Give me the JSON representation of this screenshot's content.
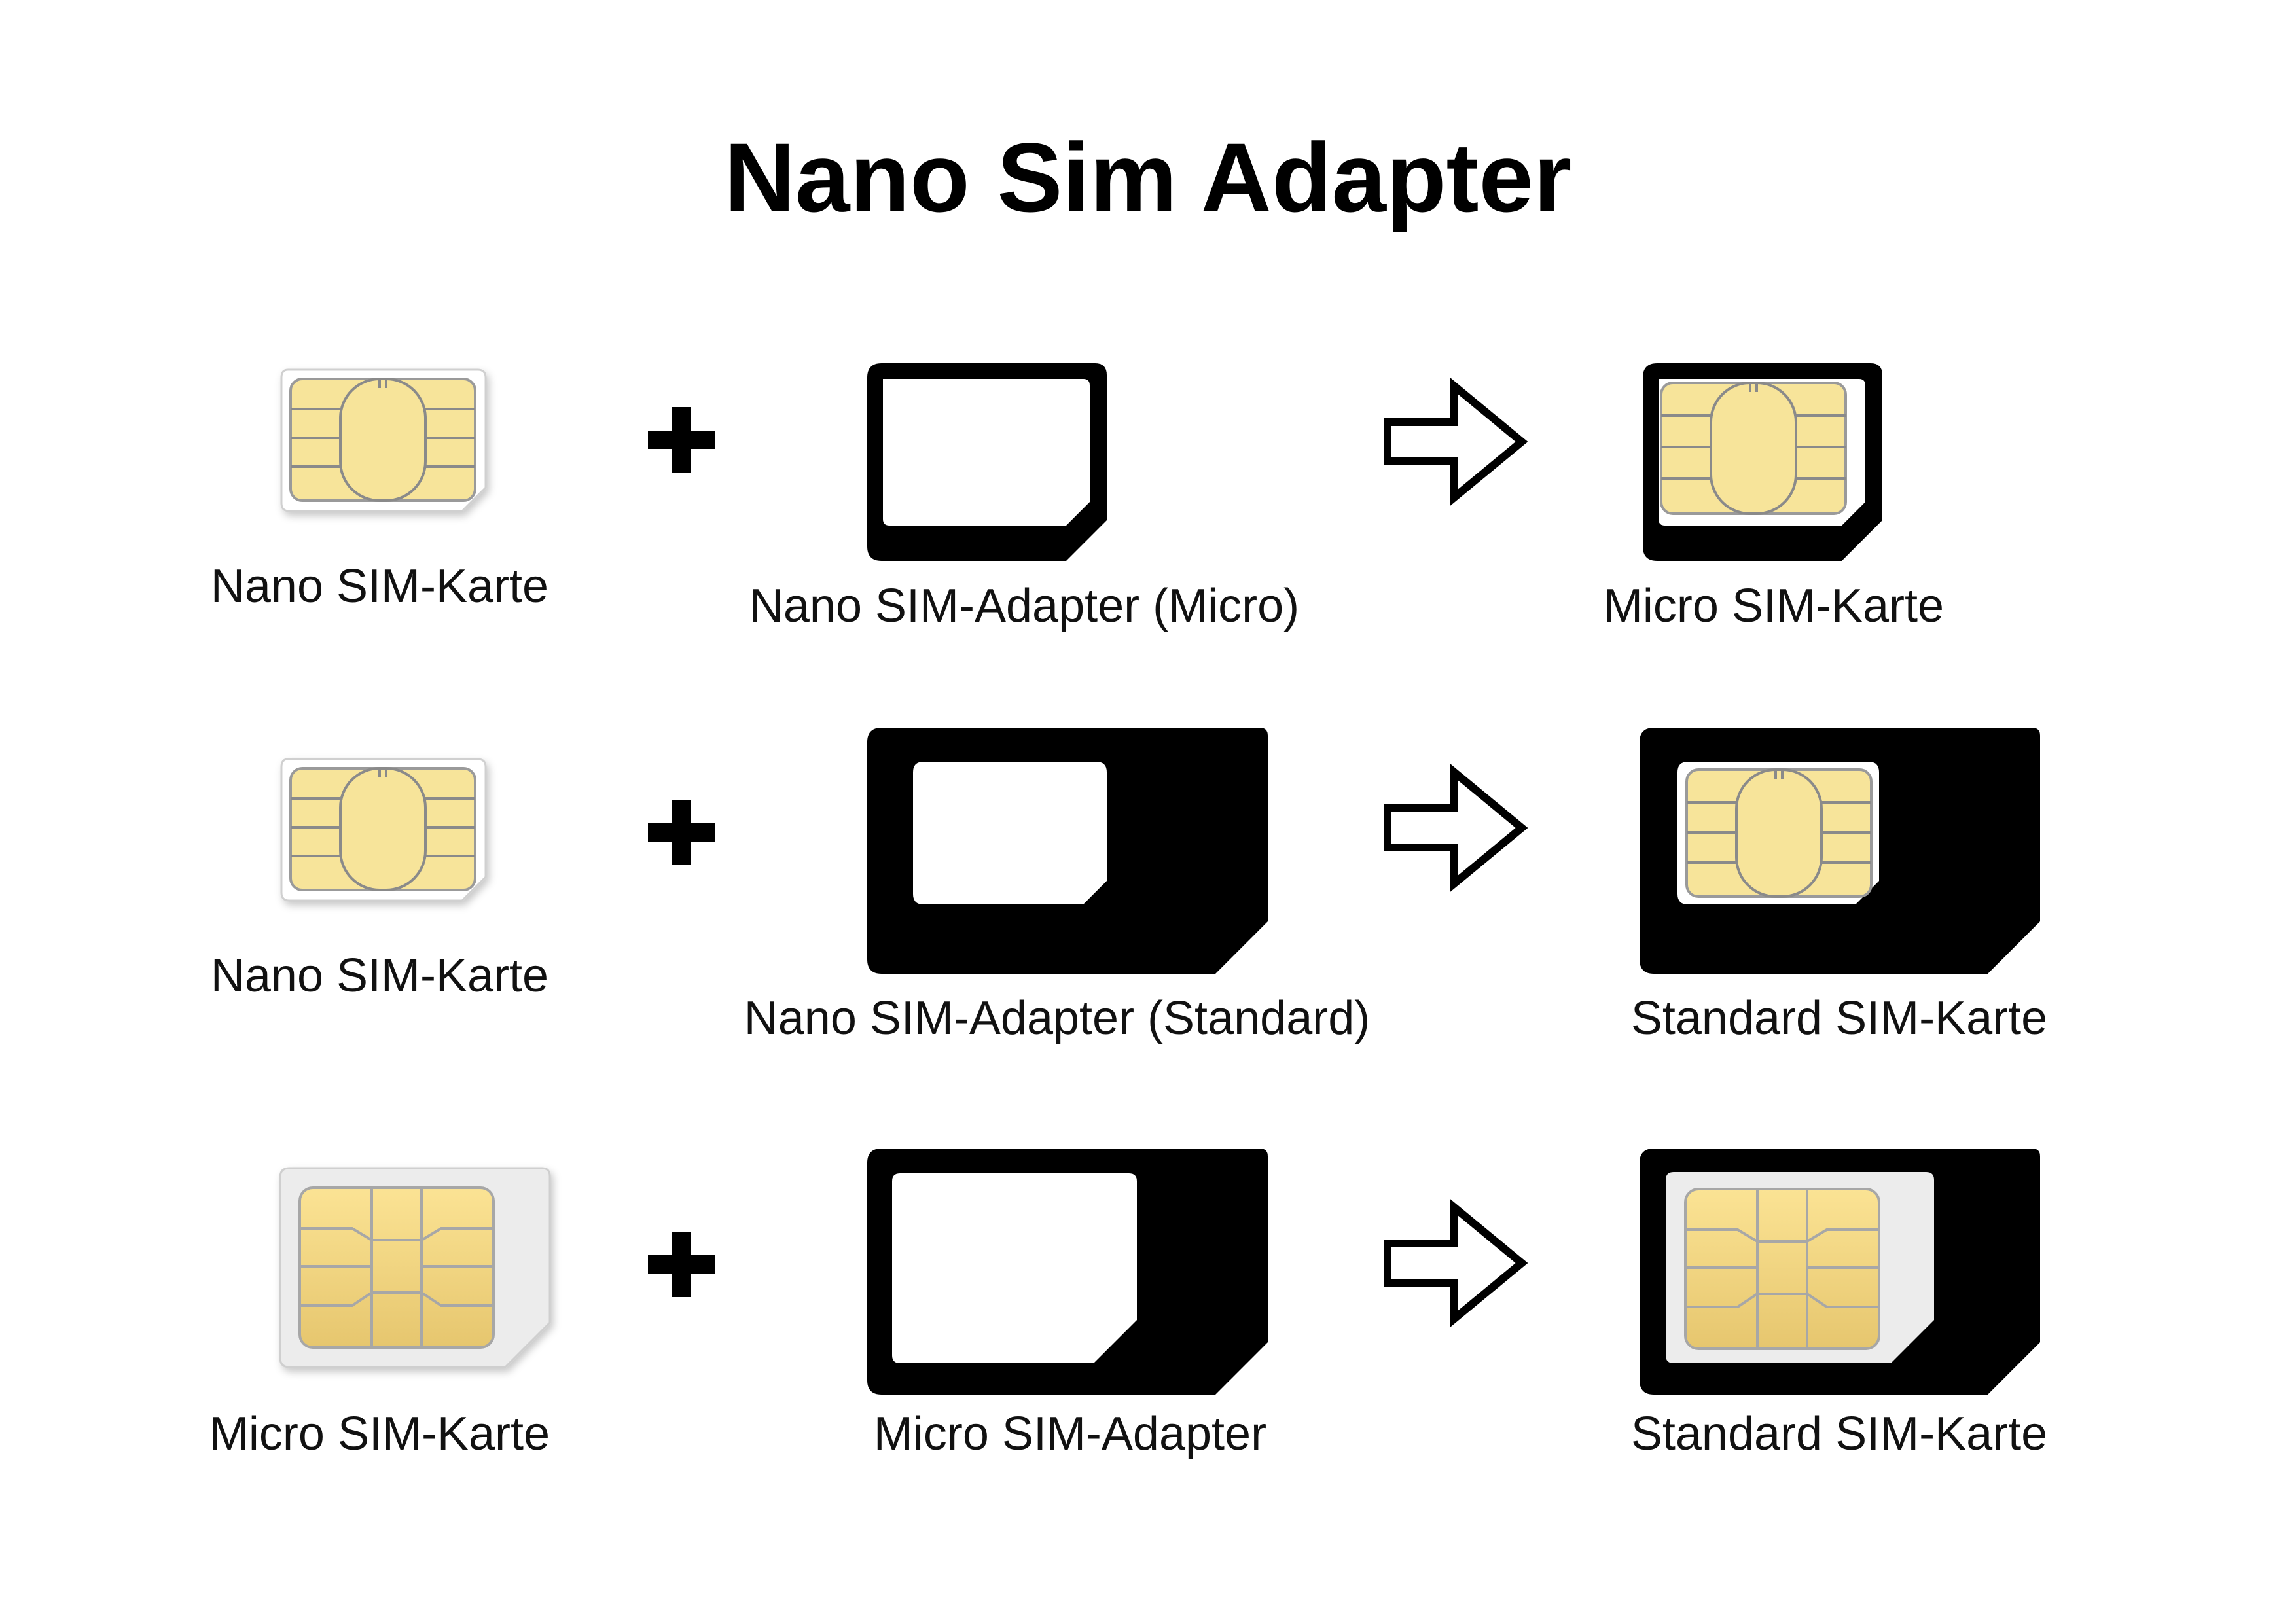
{
  "title": "Nano Sim Adapter",
  "colors": {
    "chip_gold": "#f7e49a",
    "chip_gold_dark": "#eed27f",
    "chip_line": "#8a8a8a",
    "adapter": "#000000",
    "card_white": "#ffffff"
  },
  "rows": [
    {
      "input_label": "Nano SIM-Karte",
      "operator": "+",
      "adapter_label": "Nano SIM-Adapter (Micro)",
      "result_label": "Micro SIM-Karte"
    },
    {
      "input_label": "Nano SIM-Karte",
      "operator": "+",
      "adapter_label": "Nano SIM-Adapter (Standard)",
      "result_label": "Standard SIM-Karte"
    },
    {
      "input_label": "Micro SIM-Karte",
      "operator": "+",
      "adapter_label": "Micro SIM-Adapter",
      "result_label": "Standard SIM-Karte"
    }
  ]
}
